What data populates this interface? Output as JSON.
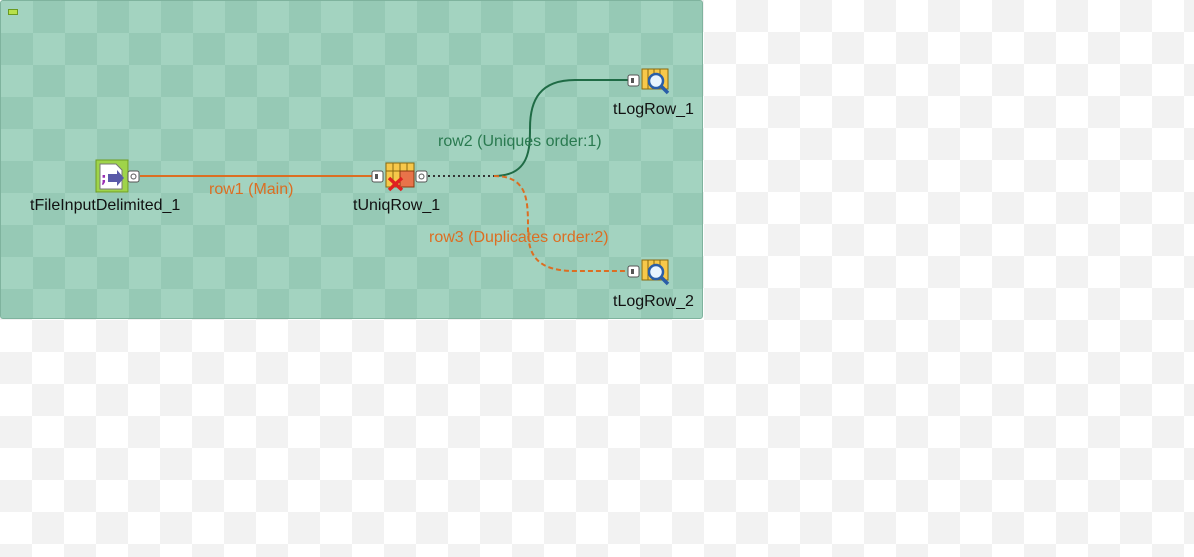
{
  "components": [
    {
      "id": "tFileInputDelimited_1",
      "icon": "file-input-delimited-icon"
    },
    {
      "id": "tUniqRow_1",
      "icon": "uniq-row-icon"
    },
    {
      "id": "tLogRow_1",
      "icon": "log-row-icon"
    },
    {
      "id": "tLogRow_2",
      "icon": "log-row-icon"
    }
  ],
  "connections": [
    {
      "label": "row1 (Main)",
      "from": "tFileInputDelimited_1",
      "to": "tUniqRow_1",
      "color": "#dc6e22",
      "style": "solid"
    },
    {
      "label": "row2 (Uniques order:1)",
      "from": "tUniqRow_1",
      "to": "tLogRow_1",
      "color": "#1f6b45",
      "style": "solid"
    },
    {
      "label": "row3 (Duplicates order:2)",
      "from": "tUniqRow_1",
      "to": "tLogRow_2",
      "color": "#dc6e22",
      "style": "dashed"
    }
  ],
  "subjob": {
    "background": "#a3d3c0"
  }
}
